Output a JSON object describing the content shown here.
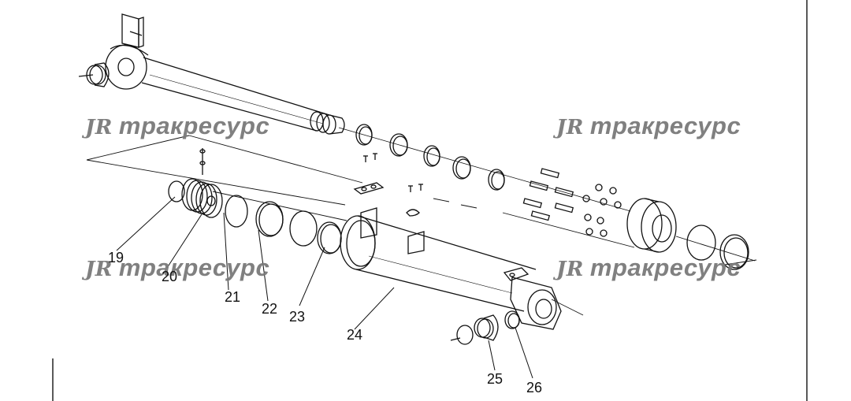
{
  "watermark": {
    "logo": "ЈR",
    "text": "тракресурс"
  },
  "callouts": [
    "19",
    "20",
    "21",
    "22",
    "23",
    "24",
    "25",
    "26"
  ],
  "colors": {
    "line": "#111111",
    "watermark": "#7a7a7a",
    "frame": "#222222"
  }
}
